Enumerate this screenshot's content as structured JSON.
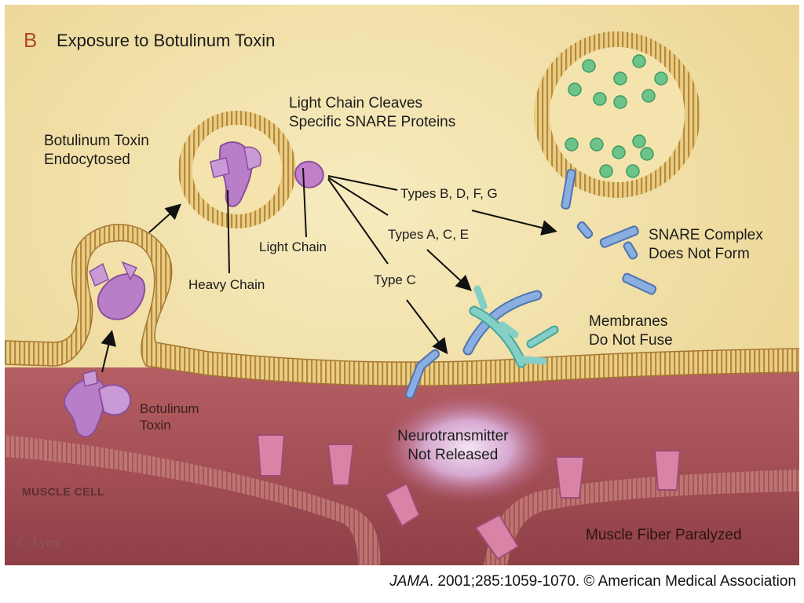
{
  "panel": {
    "letter": "B",
    "title": "Exposure to Botulinum Toxin"
  },
  "labels": {
    "endocytosed": [
      "Botulinum Toxin",
      "Endocytosed"
    ],
    "cleaves": [
      "Light Chain Cleaves",
      "Specific SNARE Proteins"
    ],
    "light_chain": "Light Chain",
    "heavy_chain": "Heavy Chain",
    "types_bdfg": "Types B, D, F, G",
    "types_ace": "Types A, C, E",
    "type_c": "Type C",
    "snare_complex": [
      "SNARE Complex",
      "Does Not Form"
    ],
    "membranes": [
      "Membranes",
      "Do Not Fuse"
    ],
    "botulinum_toxin": [
      "Botulinum",
      "Toxin"
    ],
    "neurotransmitter": [
      "Neurotransmitter",
      "Not Released"
    ],
    "muscle_cell": "MUSCLE CELL",
    "muscle_fiber": "Muscle Fiber Paralyzed",
    "signature": "C. Lynn"
  },
  "citation": {
    "journal": "JAMA",
    "rest": ". 2001;285:1059-1070. © American Medical Association"
  },
  "colors": {
    "neuron_bg": "#f1dfa2",
    "membrane": "#c79a48",
    "muscle_bg": "#a8555a",
    "toxin": "#b87fc8",
    "vesicle_dots": "#6cc48a",
    "snare_blue": "#7b9fd4",
    "snare_teal": "#84d0c6",
    "receptor": "#d983a6"
  }
}
